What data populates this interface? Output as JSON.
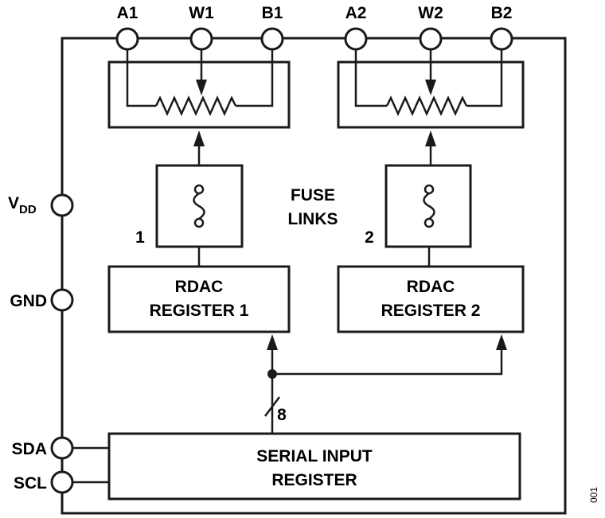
{
  "pins": {
    "top": [
      "A1",
      "W1",
      "B1",
      "A2",
      "W2",
      "B2"
    ],
    "vdd_main": "V",
    "vdd_sub": "DD",
    "gnd": "GND",
    "sda": "SDA",
    "scl": "SCL"
  },
  "fuse_links": {
    "line1": "FUSE",
    "line2": "LINKS",
    "num1": "1",
    "num2": "2"
  },
  "rdac1": {
    "line1": "RDAC",
    "line2": "REGISTER 1"
  },
  "rdac2": {
    "line1": "RDAC",
    "line2": "REGISTER 2"
  },
  "serial": {
    "line1": "SERIAL INPUT",
    "line2": "REGISTER"
  },
  "bus_width": "8",
  "figure_id": "001",
  "colors": {
    "line": "#1a1a1a",
    "background": "#ffffff"
  }
}
